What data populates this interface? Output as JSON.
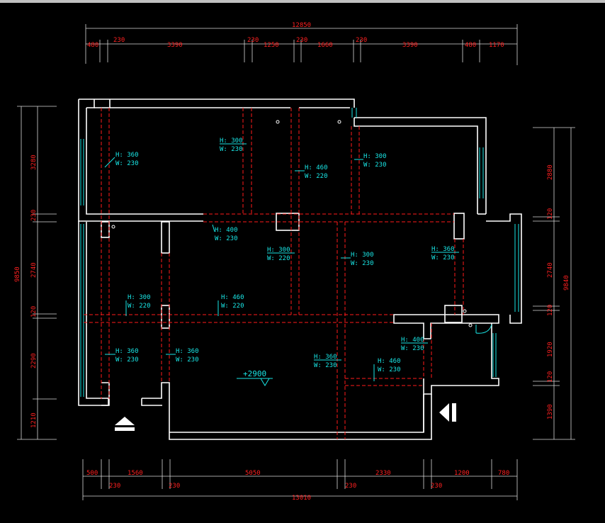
{
  "colors": {
    "background": "#000000",
    "wall": "#ffffff",
    "beam": "#ff1a1a",
    "dimension_text": "#ff2020",
    "beam_label": "#19e6e6",
    "window": "#19e6e6"
  },
  "dimensions": {
    "top_total": "12850",
    "top_segments": [
      "480",
      "230",
      "3390",
      "230",
      "1250",
      "230",
      "1660",
      "230",
      "3390",
      "480",
      "1170"
    ],
    "bottom_total": "13010",
    "bottom_segments": [
      "500",
      "230",
      "1560",
      "230",
      "5050",
      "230",
      "2330",
      "230",
      "1200",
      "780"
    ],
    "left_total": "9850",
    "left_segments": [
      "3280",
      "230",
      "2740",
      "120",
      "2290",
      "1210"
    ],
    "right_total": "9840",
    "right_segments": [
      "2880",
      "120",
      "2740",
      "120",
      "1920",
      "120",
      "1390"
    ]
  },
  "beams": [
    {
      "h": "H: 360",
      "w": "W: 230"
    },
    {
      "h": "H: 300",
      "w": "W: 230"
    },
    {
      "h": "H: 460",
      "w": "W: 220"
    },
    {
      "h": "H: 300",
      "w": "W: 230"
    },
    {
      "h": "H: 400",
      "w": "W: 230"
    },
    {
      "h": "H: 300",
      "w": "W: 220"
    },
    {
      "h": "H: 300",
      "w": "W: 230"
    },
    {
      "h": "H: 360",
      "w": "W: 230"
    },
    {
      "h": "H: 300",
      "w": "W: 220"
    },
    {
      "h": "H: 460",
      "w": "W: 220"
    },
    {
      "h": "H: 360",
      "w": "W: 230"
    },
    {
      "h": "H: 360",
      "w": "W: 230"
    },
    {
      "h": "H: 360",
      "w": "W: 230"
    },
    {
      "h": "H: 400",
      "w": "W: 230"
    },
    {
      "h": "H: 460",
      "w": "W: 230"
    }
  ],
  "elevation": "+2900"
}
